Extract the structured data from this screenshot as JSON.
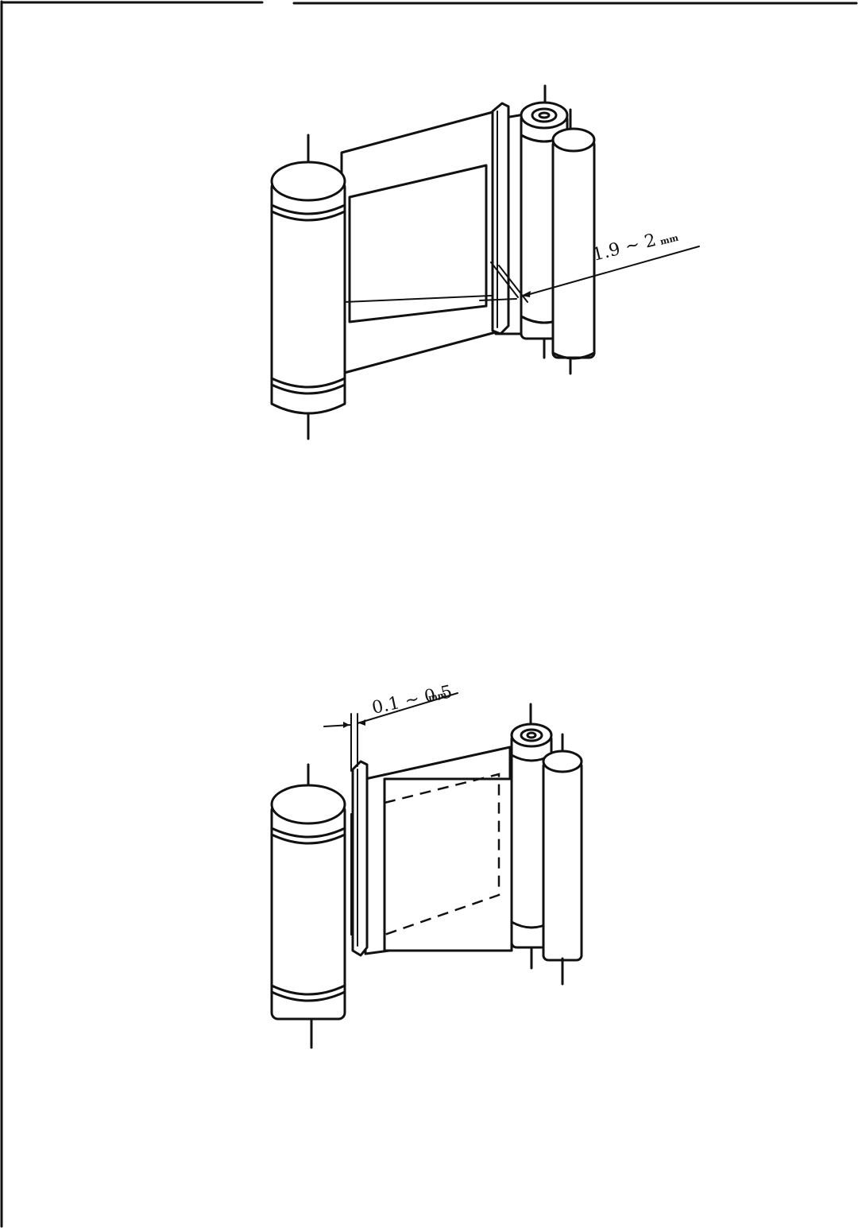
{
  "figures": [
    {
      "dimension": {
        "value": "1.9 ~ 2",
        "unit": "mm"
      }
    },
    {
      "dimension": {
        "value": "0.1 ~ 0.5",
        "unit": "mm"
      }
    }
  ]
}
